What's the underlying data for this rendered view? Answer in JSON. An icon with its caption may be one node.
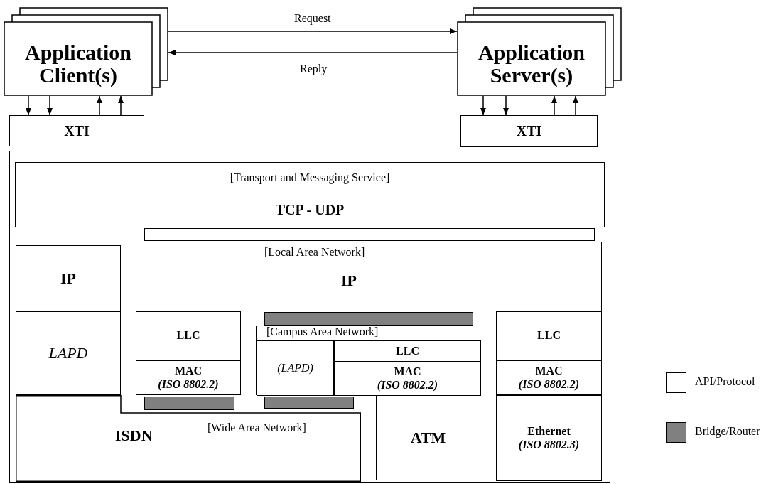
{
  "diagram": {
    "nodes": [
      {
        "text": [
          "Application Client(s)"
        ]
      },
      {
        "text": [
          "XTI"
        ]
      },
      {
        "text": [
          "Application Server(s)"
        ]
      },
      {
        "text": [
          "XTI"
        ]
      },
      {
        "text": [],
        "shape": "box"
      },
      {
        "text": [
          "[Transport and Messaging Service]",
          "TCP - UDP"
        ],
        "in": 4
      },
      {
        "text": [],
        "shape": "bar",
        "in": 4
      },
      {
        "text": [
          "IP"
        ],
        "in": 4
      },
      {
        "text": [
          "LAPD"
        ],
        "in": 4
      },
      {
        "text": [
          "ISDN",
          "[Wide Area Network]"
        ],
        "in": 4
      },
      {
        "text": [
          "[Local Area Network]",
          "IP"
        ],
        "in": 4
      },
      {
        "text": [
          "LLC"
        ],
        "in": 4
      },
      {
        "text": [
          "MAC",
          "(ISO 8802.2)"
        ],
        "in": 4
      },
      {
        "text": [],
        "shape": "bar",
        "in": 4
      },
      {
        "text": [
          "[Campus Area Network]"
        ],
        "in": 4
      },
      {
        "text": [
          "(LAPD)"
        ],
        "in": 14
      },
      {
        "text": [
          "LLC"
        ],
        "in": 14
      },
      {
        "text": [
          "MAC",
          "(ISO 8802.2)"
        ],
        "in": 14
      },
      {
        "text": [],
        "shape": "bar",
        "in": 4
      },
      {
        "text": [],
        "shape": "bar",
        "in": 4
      },
      {
        "text": [
          "ATM"
        ],
        "in": 4
      },
      {
        "text": [
          "LLC"
        ],
        "in": 4
      },
      {
        "text": [
          "MAC",
          "(ISO 8802.2)"
        ],
        "in": 4
      },
      {
        "text": [
          "Ethernet",
          "(ISO 8802.3)"
        ],
        "in": 4
      }
    ],
    "edges": [
      {
        "from": 0,
        "to": 2,
        "arrow": "to",
        "label": "Request"
      },
      {
        "from": 2,
        "to": 0,
        "arrow": "to",
        "label": "Reply"
      },
      {
        "from": 0,
        "to": 1,
        "arrow": "to"
      },
      {
        "from": 0,
        "to": 1,
        "arrow": "to"
      },
      {
        "from": 1,
        "to": 0,
        "arrow": "to"
      },
      {
        "from": 1,
        "to": 0,
        "arrow": "to"
      },
      {
        "from": 2,
        "to": 3,
        "arrow": "to"
      },
      {
        "from": 2,
        "to": 3,
        "arrow": "to"
      },
      {
        "from": 3,
        "to": 2,
        "arrow": "to"
      },
      {
        "from": 3,
        "to": 2,
        "arrow": "to"
      }
    ],
    "legend": [
      {
        "text": "API/Protocol",
        "color": "#ffffff"
      },
      {
        "text": "Bridge/Router",
        "color": "#808080"
      }
    ]
  }
}
